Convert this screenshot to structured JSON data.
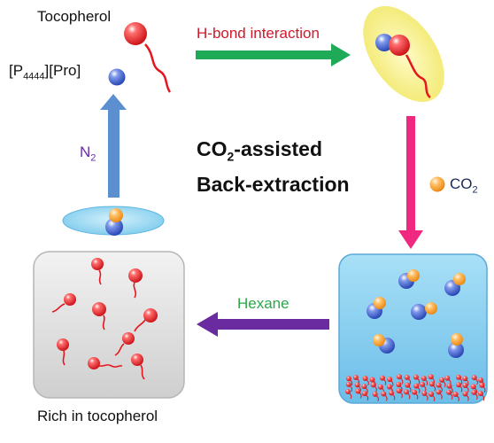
{
  "labels": {
    "tocopherol": "Tocopherol",
    "ionic_liquid_main": "[P",
    "ionic_liquid_sub": "4444",
    "ionic_liquid_tail": "][Pro]",
    "hbond": "H-bond interaction",
    "title_line1_main": "CO",
    "title_line1_sub": "2",
    "title_line1_tail": "-assisted",
    "title_line2": "Back-extraction",
    "n2_main": "N",
    "n2_sub": "2",
    "co2_main": "CO",
    "co2_sub": "2",
    "hexane": "Hexane",
    "rich": "Rich in tocopherol"
  },
  "colors": {
    "tocopherol_red": "#e5161e",
    "il_blue": "#3b5fd0",
    "co2_orange": "#f39a2a",
    "arrow_green": "#1faa58",
    "arrow_pink": "#f0287f",
    "arrow_purple": "#6a2aa0",
    "arrow_blue": "#5b8fd0",
    "complex_ellipse": "#f7f38c",
    "vessel_blue": "#8fd2f2",
    "vessel_gray": "#dcdcdc"
  }
}
